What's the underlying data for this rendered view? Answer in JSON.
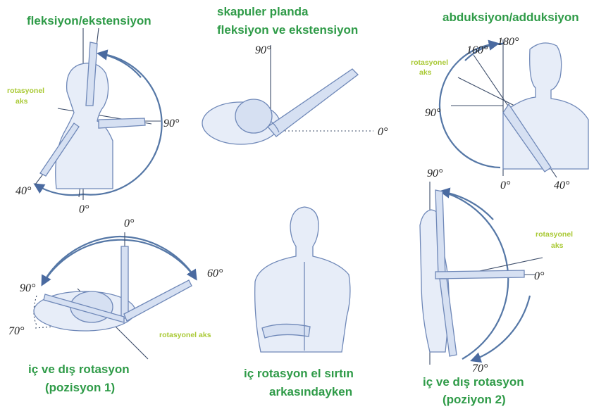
{
  "panels": {
    "flexion": {
      "title": "fleksiyon/ekstensiyon",
      "axis_label_line1": "rotasyonel",
      "axis_label_line2": "aks",
      "angles": [
        "90°",
        "40°",
        "0°"
      ]
    },
    "scapular": {
      "title_line1": "skapuler planda",
      "title_line2": "fleksiyon ve ekstensiyon",
      "angles": [
        "90°",
        "0°"
      ]
    },
    "abduction": {
      "title": "abduksiyon/adduksiyon",
      "axis_label_line1": "rotasyonel",
      "axis_label_line2": "aks",
      "angles": [
        "160°",
        "180°",
        "90°",
        "0°",
        "40°"
      ]
    },
    "rotation1": {
      "title_line1": "iç ve dış rotasyon",
      "title_line2": "(pozisyon 1)",
      "axis_label": "rotasyonel aks",
      "angles": [
        "0°",
        "60°",
        "90°",
        "70°"
      ]
    },
    "behind_back": {
      "title_line1": "iç rotasyon el sırtın",
      "title_line2": "arkasındayken"
    },
    "rotation2": {
      "title_line1": "iç ve dış rotasyon",
      "title_line2": "(poziyon 2)",
      "axis_label_line1": "rotasyonel",
      "axis_label_line2": "aks",
      "angles": [
        "90°",
        "0°",
        "70°"
      ]
    }
  },
  "colors": {
    "title_green": "#2f9b48",
    "axis_label_green": "#a9c934",
    "arc_blue": "#5577a6",
    "skin_fill": "#e7edf8"
  }
}
